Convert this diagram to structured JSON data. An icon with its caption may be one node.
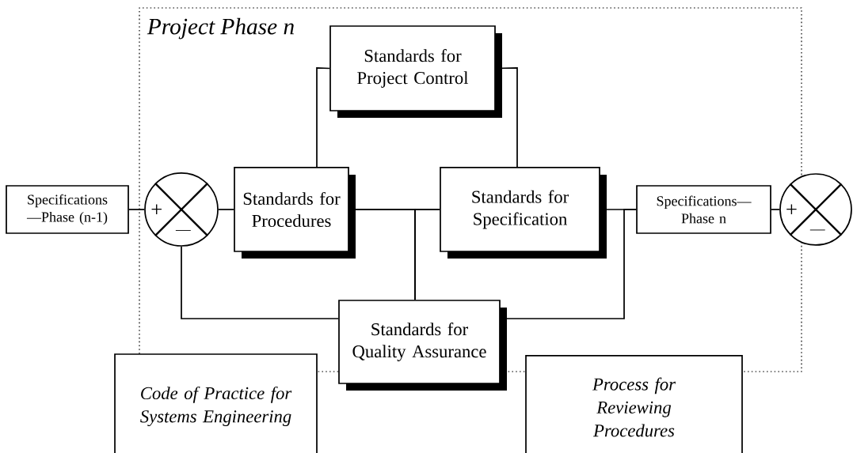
{
  "diagram": {
    "nodes": [
      {
        "text": [
          "Project Phase n"
        ]
      },
      {
        "text": [
          "Specifications —Phase (n-1)"
        ]
      },
      {
        "text": [
          "+",
          "—"
        ],
        "in": 0
      },
      {
        "text": [
          "Standards for Procedures"
        ],
        "in": 0
      },
      {
        "text": [
          "Standards for Project Control"
        ],
        "in": 0
      },
      {
        "text": [
          "Standards for Specification"
        ],
        "in": 0
      },
      {
        "text": [
          "Specifications— Phase n"
        ],
        "in": 0
      },
      {
        "text": [
          "+",
          "—"
        ]
      },
      {
        "text": [
          "Standards for Quality Assurance"
        ]
      },
      {
        "text": [
          "Code of Practice for Systems Engineering"
        ]
      },
      {
        "text": [
          "Process for Reviewing Procedures"
        ]
      }
    ],
    "edges": [
      {
        "from": 1,
        "to": 2,
        "arrow": "none"
      },
      {
        "from": 2,
        "to": 3,
        "arrow": "none"
      },
      {
        "from": 4,
        "to": 3,
        "arrow": "none"
      },
      {
        "from": 4,
        "to": 5,
        "arrow": "none"
      },
      {
        "from": 3,
        "to": 5,
        "arrow": "none"
      },
      {
        "from": 8,
        "to": 3,
        "arrow": "none"
      },
      {
        "from": 8,
        "to": 5,
        "arrow": "none"
      },
      {
        "from": 5,
        "to": 6,
        "arrow": "none"
      },
      {
        "from": 6,
        "to": 7,
        "arrow": "none"
      },
      {
        "from": 6,
        "to": 8,
        "arrow": "none"
      },
      {
        "from": 8,
        "to": 2,
        "arrow": "none"
      }
    ]
  }
}
